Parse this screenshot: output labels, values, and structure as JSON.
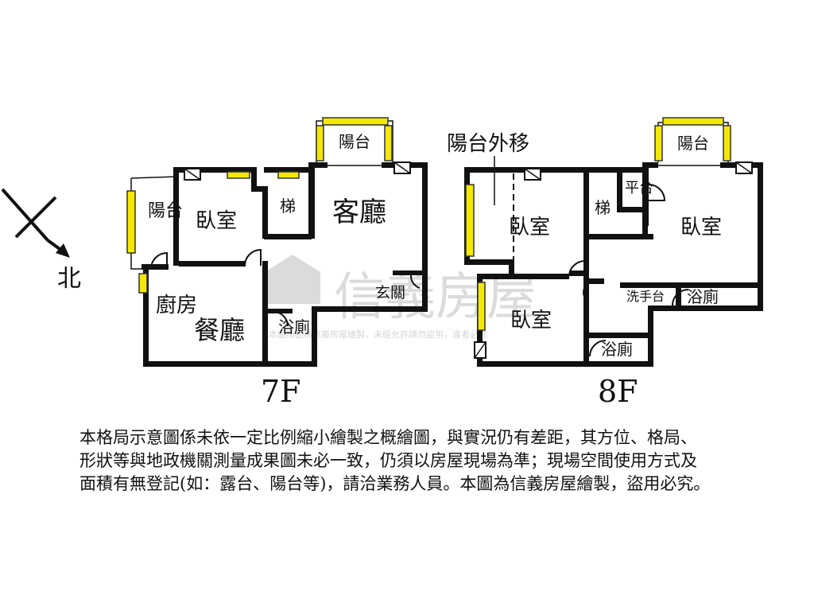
{
  "compass": {
    "label": "北"
  },
  "watermark": {
    "brand": "信義房屋",
    "notice": "本圖局圖為信義房屋繪製，未經允許請勿盜用，違者必究"
  },
  "floors": [
    {
      "id": "7F",
      "label": "7F",
      "rooms": {
        "balcony_west": "陽台",
        "bedroom": "臥室",
        "stairs": "梯",
        "balcony_top": "陽台",
        "living_room": "客廳",
        "entrance": "玄關",
        "kitchen": "廚房",
        "dining_room": "餐廳",
        "bathroom": "浴廁"
      }
    },
    {
      "id": "8F",
      "label": "8F",
      "rooms": {
        "balcony_moved_note": "陽台外移",
        "bedroom_1": "臥室",
        "stairs": "梯",
        "platform": "平台",
        "balcony_top": "陽台",
        "bedroom_2": "臥室",
        "bedroom_3": "臥室",
        "washbasin": "洗手台",
        "bathroom_1": "浴廁",
        "bathroom_2": "浴廁"
      }
    }
  ],
  "disclaimer": [
    "本格局示意圖係未依一定比例縮小繪製之概繪圖，與實況仍有差距，其方位、格局、",
    "形狀等與地政機關測量成果圖未必一致，仍須以房屋現場為準；現場空間使用方式及",
    "面積有無登記(如：露台、陽台等)，請洽業務人員。本圖為信義房屋繪製，盜用必究。"
  ]
}
